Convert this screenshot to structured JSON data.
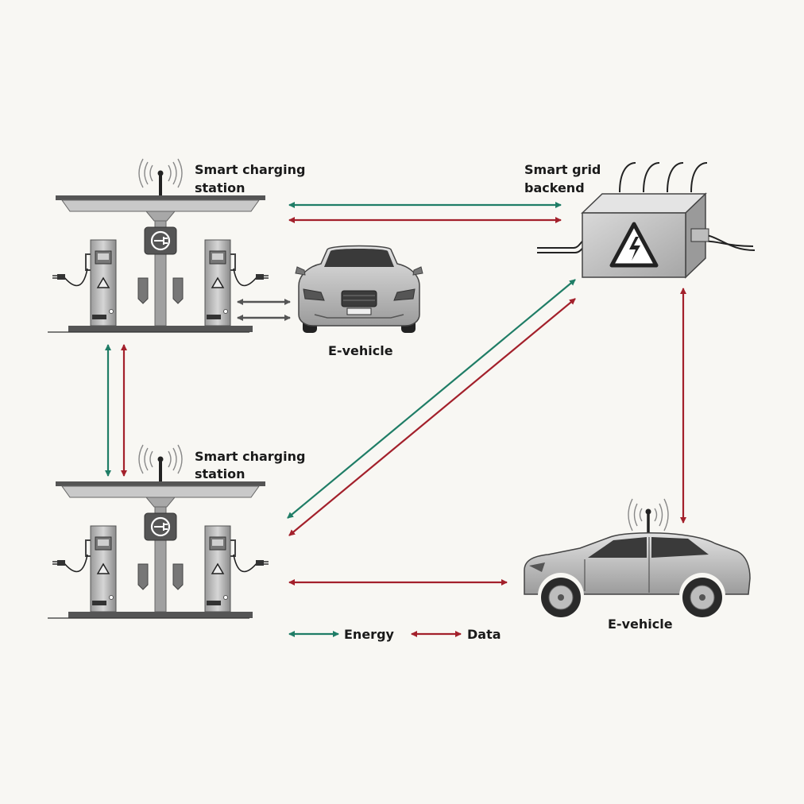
{
  "labels": {
    "station_top_line1": "Smart charging",
    "station_top_line2": "station",
    "station_bottom_line1": "Smart charging",
    "station_bottom_line2": "station",
    "backend_line1": "Smart grid",
    "backend_line2": "backend",
    "vehicle_top": "E-vehicle",
    "vehicle_bottom": "E-vehicle"
  },
  "legend": {
    "energy_label": "Energy",
    "data_label": "Data"
  },
  "colors": {
    "energy": "#1f7d66",
    "data": "#a3202b",
    "background": "#f8f7f3",
    "cable_exchange": "#555555"
  }
}
